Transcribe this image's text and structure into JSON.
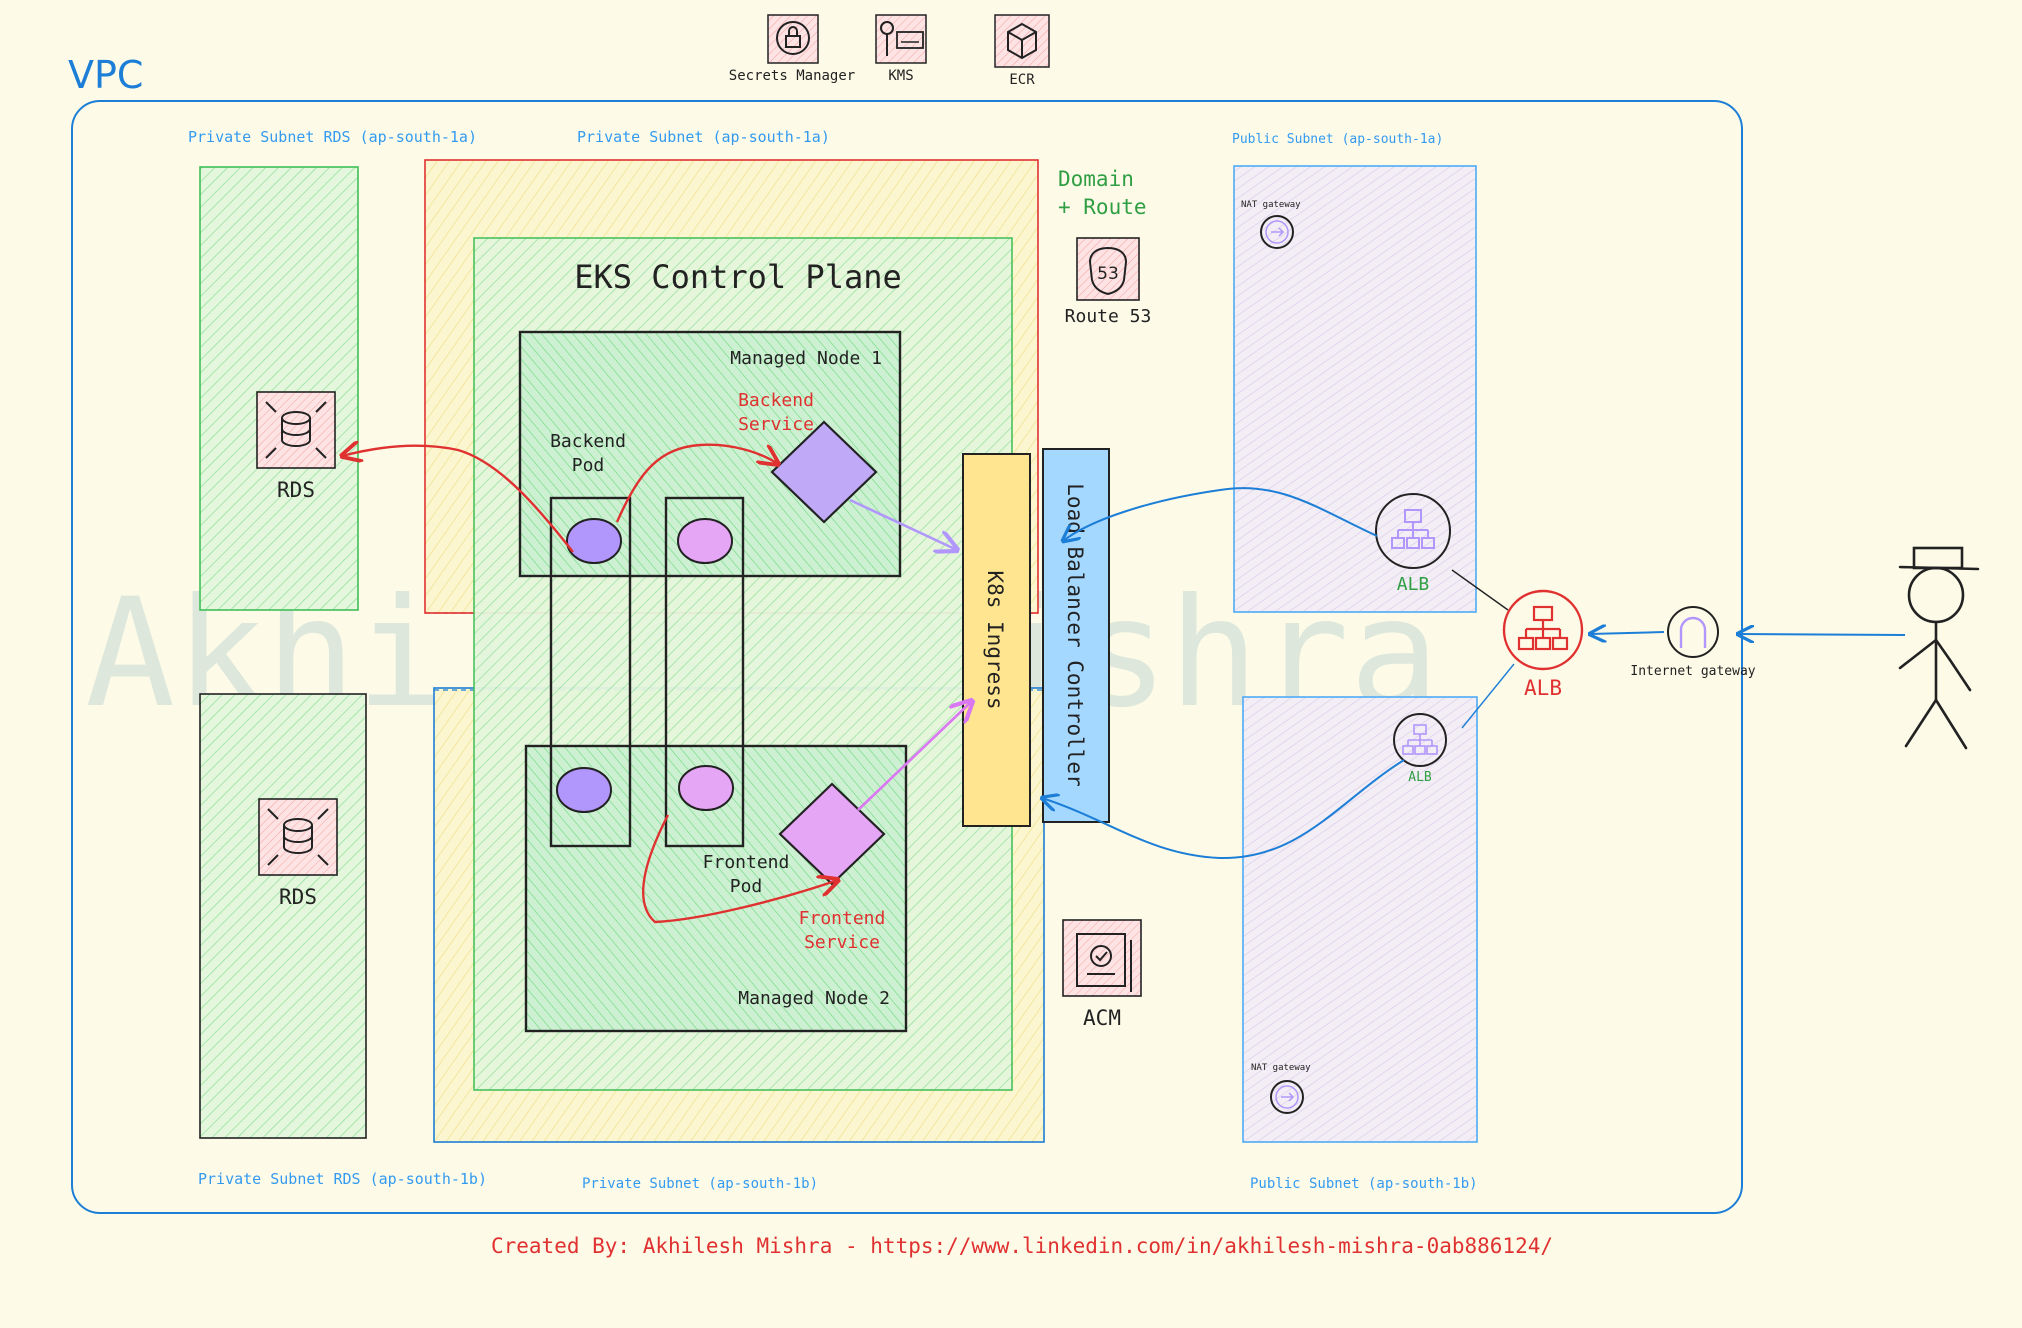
{
  "vpc": {
    "title": "VPC"
  },
  "subnets": {
    "rds_a": "Private Subnet RDS (ap-south-1a)",
    "priv_a": "Private Subnet (ap-south-1a)",
    "pub_a": "Public Subnet (ap-south-1a)",
    "rds_b": "Private Subnet RDS (ap-south-1b)",
    "priv_b": "Private Subnet (ap-south-1b)",
    "pub_b": "Public Subnet (ap-south-1b)"
  },
  "top_services": {
    "secrets": "Secrets Manager",
    "kms": "KMS",
    "ecr": "ECR"
  },
  "eks": {
    "title": "EKS Control Plane"
  },
  "nodes": {
    "node1": "Managed Node 1",
    "node2": "Managed Node 2"
  },
  "backend": {
    "pod_line1": "Backend",
    "pod_line2": "Pod",
    "svc_line1": "Backend",
    "svc_line2": "Service"
  },
  "frontend": {
    "pod_line1": "Frontend",
    "pod_line2": "Pod",
    "svc_line1": "Frontend",
    "svc_line2": "Service"
  },
  "rds": {
    "label_a": "RDS",
    "label_b": "RDS"
  },
  "domain": {
    "line1": "Domain",
    "line2": "+ Route"
  },
  "route53": {
    "label": "Route 53",
    "badge": "53"
  },
  "acm": {
    "label": "ACM"
  },
  "ingress": {
    "label": "K8s Ingress"
  },
  "lbc": {
    "label": "Load Balancer Controller"
  },
  "nat": {
    "label_a": "NAT gateway",
    "label_b": "NAT gateway"
  },
  "alb": {
    "public_a": "ALB",
    "public_b": "ALB",
    "main": "ALB"
  },
  "igw": {
    "label": "Internet gateway"
  },
  "watermark": {
    "text": "Akhilesh Mishra"
  },
  "footer": {
    "credit": "Created By: Akhilesh Mishra - https://www.linkedin.com/in/akhilesh-mishra-0ab886124/"
  },
  "colors": {
    "background": "#fdfbe8",
    "vpc_blue": "#1c7ed6",
    "subnet_blue": "#4dabf7",
    "green": "#2f9e44",
    "red": "#e03131",
    "purple": "#b197fc",
    "pink": "#e599f7",
    "ingress_yellow": "#ffec99",
    "lbc_blue": "#a5d8ff"
  }
}
